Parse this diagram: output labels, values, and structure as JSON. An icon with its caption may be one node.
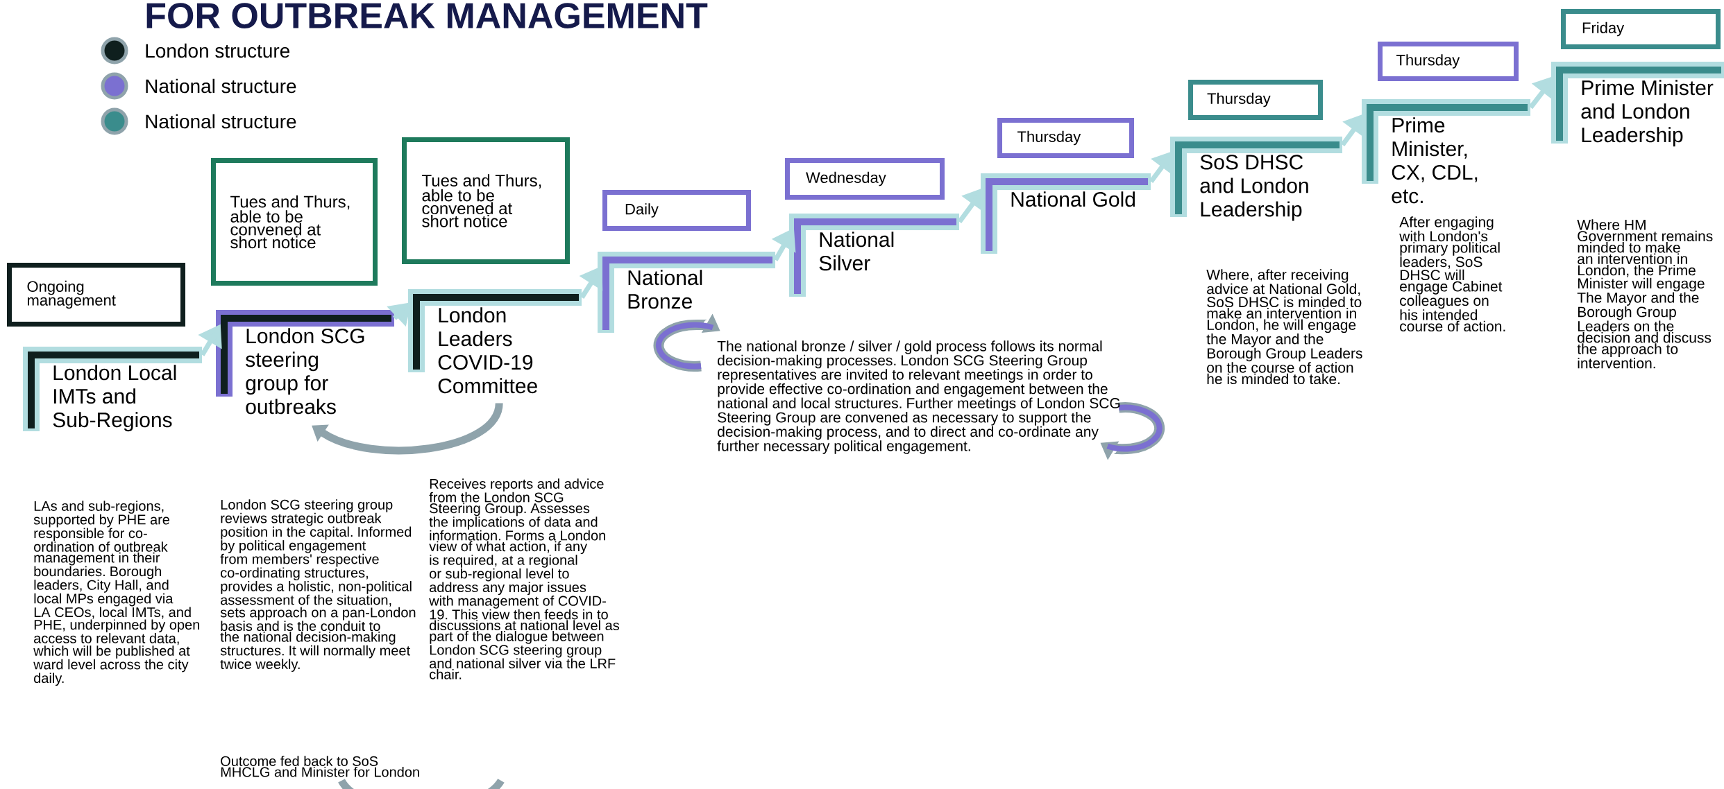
{
  "diagram": {
    "title": "FOR OUTBREAK MANAGEMENT",
    "nodes": [
      {
        "text": [
          "Ongoing management"
        ]
      },
      {
        "text": [
          "London Local IMTs and Sub-Regions"
        ]
      },
      {
        "text": [
          "Tues and Thurs, able to be convened at short notice"
        ]
      },
      {
        "text": [
          "London SCG steering group for outbreaks"
        ]
      },
      {
        "text": [
          "Tues and Thurs, able to be convened at short notice"
        ]
      },
      {
        "text": [
          "London Leaders COVID-19 Committee"
        ]
      },
      {
        "text": [
          "Daily"
        ]
      },
      {
        "text": [
          "National Bronze"
        ]
      },
      {
        "text": [
          "Wednesday"
        ]
      },
      {
        "text": [
          "National Silver"
        ]
      },
      {
        "text": [
          "Thursday"
        ]
      },
      {
        "text": [
          "National Gold"
        ]
      },
      {
        "text": [
          "Thursday"
        ]
      },
      {
        "text": [
          "SoS DHSC and London Leadership"
        ]
      },
      {
        "text": [
          "Thursday"
        ]
      },
      {
        "text": [
          "Prime Minister, CX, CDL, etc."
        ]
      },
      {
        "text": [
          "Friday"
        ]
      },
      {
        "text": [
          "Prime Minister and London Leadership"
        ]
      }
    ],
    "edges": [
      {
        "from": 1,
        "to": 3,
        "arrow": "to"
      },
      {
        "from": 3,
        "to": 5,
        "arrow": "to"
      },
      {
        "from": 5,
        "to": 7,
        "arrow": "to"
      },
      {
        "from": 7,
        "to": 9,
        "arrow": "to"
      },
      {
        "from": 9,
        "to": 11,
        "arrow": "to"
      },
      {
        "from": 11,
        "to": 13,
        "arrow": "to"
      },
      {
        "from": 13,
        "to": 15,
        "arrow": "to"
      },
      {
        "from": 15,
        "to": 17,
        "arrow": "to"
      },
      {
        "from": 5,
        "to": 3,
        "arrow": "to",
        "color": "#8fa3ab"
      }
    ],
    "labels": [
      "LAs and sub-regions, supported by PHE are responsible for co-ordination of outbreak management in their boundaries. Borough leaders, City Hall, and local MPs engaged via LA CEOs, local IMTs, and PHE, underpinned by open access to relevant data, which will be published at ward level across the city daily.",
      "London SCG steering group reviews strategic outbreak position in the capital. Informed by political engagement from members' respective co-ordinating structures, provides a holistic, non-political assessment of the situation, sets approach on a pan-London basis and is the conduit to the national decision-making structures. It will normally meet twice weekly.",
      "Outcome fed back to SoS MHCLG and Minister for London",
      "Receives reports and advice from the London SCG Steering Group. Assesses the implications of data and information. Forms a London view of what action, if any is required, at a regional or sub-regional level to address any major issues with management of COVID-19. This view then feeds in to discussions at national level as part of the dialogue between London SCG steering group and national silver via the LRF chair.",
      "The national bronze / silver / gold process follows its normal decision-making processes. London SCG Steering Group representatives are invited to relevant meetings in order to provide effective co-ordination and engagement between the national and local structures. Further meetings of London SCG Steering Group are convened as necessary to support the decision-making process, and to direct and co-ordinate any further necessary political engagement.",
      "Where, after receiving advice at National Gold, SoS DHSC is minded to make an intervention in London, he will engage the Mayor and the Borough Group Leaders on the course of action he is minded to take.",
      "After engaging with London's primary political leaders, SoS DHSC will engage Cabinet colleagues on his intended course of action.",
      "Where HM Government remains minded to make an intervention in London, the Prime Minister will engage The Mayor and the Borough Group Leaders on the decision and discuss the approach to intervention."
    ],
    "legend": [
      {
        "text": "London structure",
        "color": "#0f1f1e"
      },
      {
        "text": "National structure",
        "color": "#7b70d1"
      },
      {
        "text": "National structure",
        "color": "#3a8c8c"
      }
    ]
  }
}
